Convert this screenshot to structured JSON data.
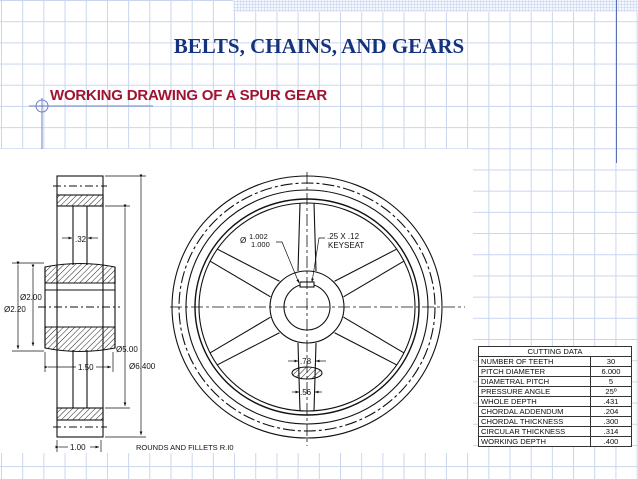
{
  "slide": {
    "title": "BELTS, CHAINS, AND GEARS",
    "subtitle": "WORKING DRAWING OF A SPUR GEAR"
  },
  "drawing": {
    "side_view_labels": {
      "web_thickness": ".32",
      "bore_dia": "Ø2.00",
      "hub_dia": "Ø2.20",
      "rim_inner_dia": "Ø5.00",
      "outside_dia": "Ø6.400",
      "hub_length": "1.50",
      "face_width": "1.00"
    },
    "front_view_labels": {
      "bore_dia_prefix": "Ø",
      "bore_max": "1.002",
      "bore_min": "1.000",
      "keyseat_size": ".25 X .12",
      "keyseat_label": "KEYSEAT",
      "spoke_width_major": ".78",
      "spoke_width_minor": ".56"
    },
    "note": "ROUNDS AND FILLETS R.I0"
  },
  "cutting_data": {
    "header": "CUTTING DATA",
    "rows": [
      {
        "label": "NUMBER OF TEETH",
        "value": "30"
      },
      {
        "label": "PITCH DIAMETER",
        "value": "6.000"
      },
      {
        "label": "DIAMETRAL PITCH",
        "value": "5"
      },
      {
        "label": "PRESSURE ANGLE",
        "value": "25º"
      },
      {
        "label": "WHOLE DEPTH",
        "value": ".431"
      },
      {
        "label": "CHORDAL ADDENDUM",
        "value": ".204"
      },
      {
        "label": "CHORDAL THICKNESS",
        "value": ".300"
      },
      {
        "label": "CIRCULAR THICKNESS",
        "value": ".314"
      },
      {
        "label": "WORKING DEPTH",
        "value": ".400"
      }
    ]
  }
}
